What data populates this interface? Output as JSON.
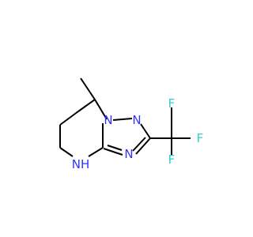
{
  "molecule": {
    "atoms": {
      "n1": "N",
      "n2": "N",
      "n3": "N",
      "nh": "NH",
      "f1": "F",
      "f2": "F",
      "f3": "F"
    },
    "colors": {
      "bond": "#000000",
      "nitrogen": "#3333ff",
      "fluorine": "#33cccc",
      "background": "#ffffff"
    }
  }
}
